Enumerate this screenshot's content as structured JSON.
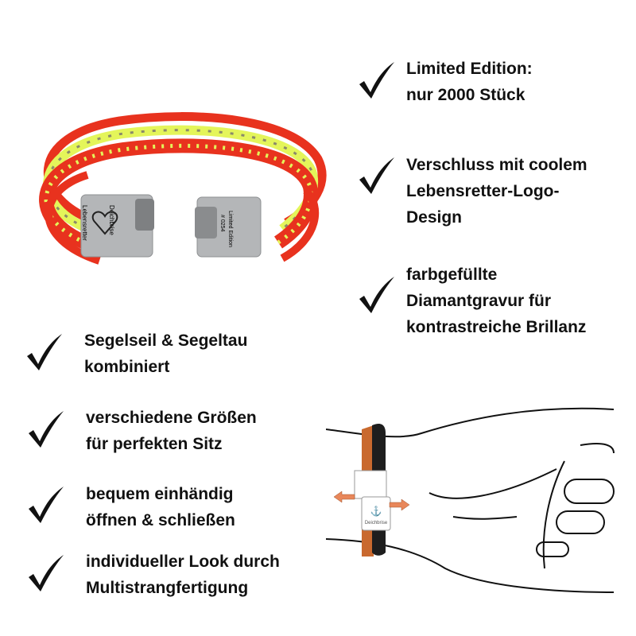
{
  "features_right": [
    {
      "lines": [
        "Limited Edition:",
        "nur 2000 Stück"
      ]
    },
    {
      "lines": [
        "Verschluss mit coolem",
        "Lebensretter-Logo-",
        "Design"
      ]
    },
    {
      "lines": [
        "farbgefüllte",
        "Diamantgravur für",
        "kontrastreiche Brillanz"
      ]
    }
  ],
  "features_left": [
    {
      "lines": [
        "Segelseil & Segeltau",
        "kombiniert"
      ]
    },
    {
      "lines": [
        "verschiedene Größen",
        "für perfekten Sitz"
      ]
    },
    {
      "lines": [
        "bequem einhändig",
        "öffnen & schließen"
      ]
    },
    {
      "lines": [
        "individueller Look durch",
        "Multistrangfertigung"
      ]
    }
  ],
  "product_image": {
    "clasp_left_engraving": [
      "Deichbrise",
      "Lebensretter"
    ],
    "clasp_right_engraving": [
      "Limited Edition",
      "# 0254"
    ],
    "colors": {
      "red": "#e8321e",
      "neon_yellow": "#e4f55a",
      "steel": "#a9abad"
    }
  },
  "illustration": {
    "clasp_label": "Deichbrise",
    "arrow_color": "#e8875a"
  }
}
